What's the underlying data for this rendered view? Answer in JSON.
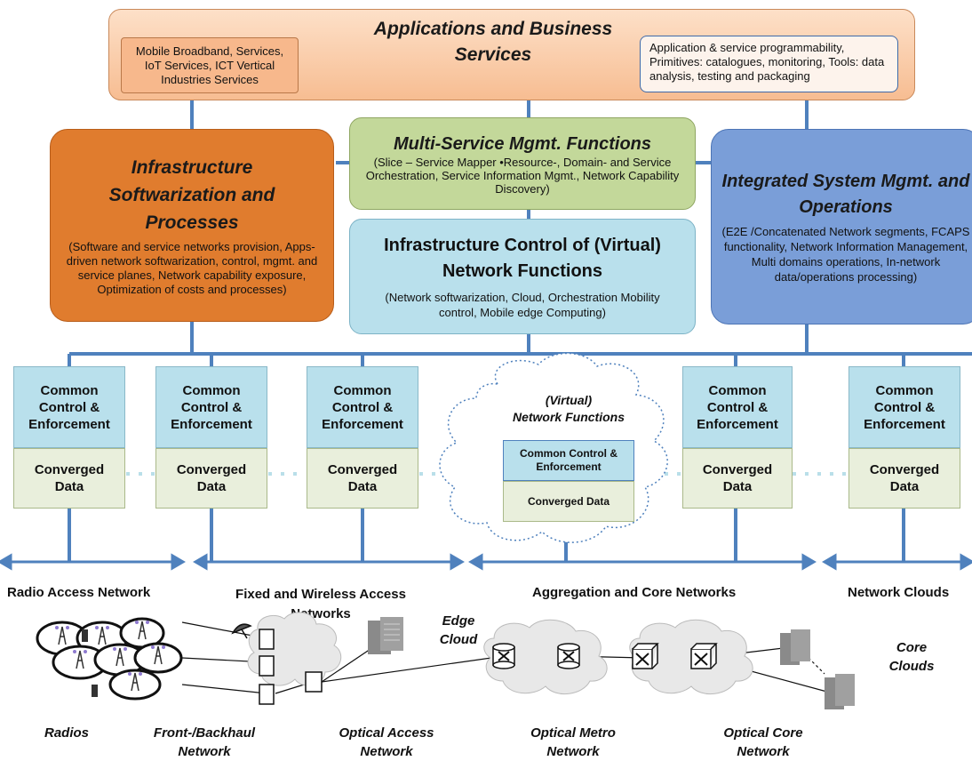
{
  "apps": {
    "title_line1": "Applications and Business",
    "title_line2": "Services",
    "left_box": "Mobile Broadband, Services, IoT Services, ICT Vertical Industries Services",
    "right_box": "Application & service programmability, Primitives: catalogues, monitoring, Tools: data analysis, testing and packaging"
  },
  "infra_soft": {
    "title": "Infrastructure Softwarization and Processes",
    "desc": "(Software and service networks provision, Apps-driven network softwarization, control, mgmt. and service planes, Network capability exposure, Optimization of costs and processes)"
  },
  "multi_service": {
    "title": "Multi-Service Mgmt. Functions",
    "desc": "(Slice – Service Mapper •Resource-, Domain- and Service Orchestration, Service Information Mgmt., Network Capability Discovery)"
  },
  "infra_control": {
    "title_line1": "Infrastructure Control of (Virtual)",
    "title_line2": "Network Functions",
    "desc": "(Network softwarization, Cloud, Orchestration Mobility control, Mobile edge Computing)"
  },
  "integrated": {
    "title": "Integrated System Mgmt. and Operations",
    "desc": "(E2E /Concatenated Network segments, FCAPS functionality, Network Information Management, Multi domains operations, In-network data/operations processing)"
  },
  "columns": [
    {
      "control": "Common Control & Enforcement",
      "data": "Converged Data"
    },
    {
      "control": "Common Control & Enforcement",
      "data": "Converged Data"
    },
    {
      "control": "Common Control & Enforcement",
      "data": "Converged Data"
    },
    {
      "control": "Common Control & Enforcement",
      "data": "Converged Data"
    },
    {
      "control": "Common Control & Enforcement",
      "data": "Converged Data"
    }
  ],
  "cloud": {
    "title_line1": "(Virtual)",
    "title_line2": "Network Functions",
    "control": "Common Control & Enforcement",
    "data": "Converged Data"
  },
  "segments": {
    "ran": "Radio Access Network",
    "fixed_wireless": "Fixed and Wireless Access Networks",
    "aggregation": "Aggregation and Core Networks",
    "clouds": "Network Clouds"
  },
  "network_labels": {
    "edge_cloud": "Edge Cloud",
    "core_clouds": "Core Clouds",
    "radios": "Radios",
    "fronthaul": "Front-/Backhaul Network",
    "optical_access": "Optical Access Network",
    "optical_metro": "Optical Metro Network",
    "optical_core": "Optical Core Network"
  },
  "colors": {
    "apps_fill": "#f9c9a4",
    "infra_soft_fill": "#e07c2e",
    "multi_service_fill": "#c3d89a",
    "infra_control_fill": "#b9e0ec",
    "integrated_fill": "#7a9ed8",
    "control_box_fill": "#b9e0ec",
    "data_box_fill": "#e9efdc",
    "connector": "#4f81bd"
  }
}
